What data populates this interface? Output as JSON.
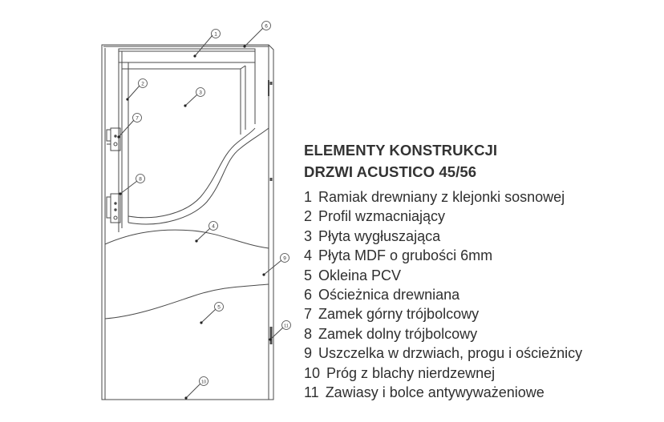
{
  "title": {
    "line1": "ELEMENTY KONSTRUKCJI",
    "line2": "DRZWI ACUSTICO 45/56"
  },
  "legend": [
    {
      "num": "1",
      "text": "Ramiak drewniany z klejonki sosnowej"
    },
    {
      "num": "2",
      "text": "Profil wzmacniający"
    },
    {
      "num": "3",
      "text": "Płyta wygłuszająca"
    },
    {
      "num": "4",
      "text": "Płyta MDF o grubości 6mm"
    },
    {
      "num": "5",
      "text": "Okleina PCV"
    },
    {
      "num": "6",
      "text": "Ościeżnica drewniana"
    },
    {
      "num": "7",
      "text": "Zamek górny trójbolcowy"
    },
    {
      "num": "8",
      "text": "Zamek dolny trójbolcowy"
    },
    {
      "num": "9",
      "text": "Uszczelka w drzwiach, progu i ościeżnicy"
    },
    {
      "num": "10",
      "text": "Próg z blachy nierdzewnej"
    },
    {
      "num": "11",
      "text": "Zawiasy i bolce antywyważeniowe"
    }
  ],
  "callouts": [
    "1",
    "2",
    "3",
    "4",
    "5",
    "6",
    "7",
    "8",
    "9",
    "10",
    "11"
  ],
  "colors": {
    "line": "#4a4a4a",
    "text": "#2f2f2f"
  }
}
